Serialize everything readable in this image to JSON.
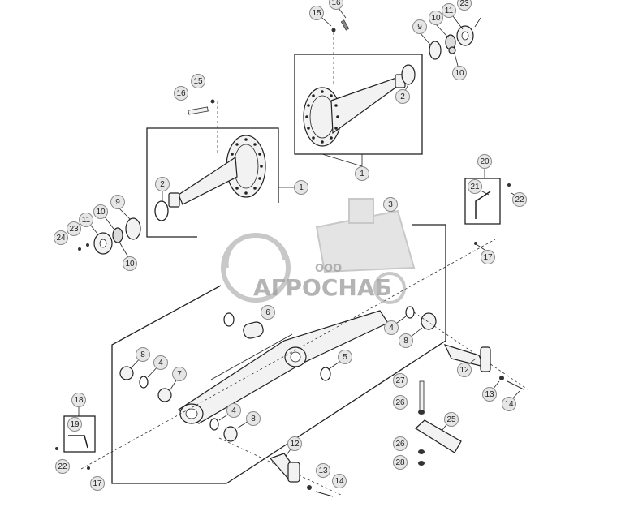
{
  "diagram": {
    "callouts": [
      {
        "id": "c15a",
        "label": "15"
      },
      {
        "id": "c16a",
        "label": "16"
      },
      {
        "id": "c23a",
        "label": "23"
      },
      {
        "id": "c11a",
        "label": "11"
      },
      {
        "id": "c10a",
        "label": "10"
      },
      {
        "id": "c9a",
        "label": "9"
      },
      {
        "id": "c10b",
        "label": "10"
      },
      {
        "id": "c2a",
        "label": "2"
      },
      {
        "id": "c1a",
        "label": "1"
      },
      {
        "id": "c15b",
        "label": "15"
      },
      {
        "id": "c16b",
        "label": "16"
      },
      {
        "id": "c2b",
        "label": "2"
      },
      {
        "id": "c1b",
        "label": "1"
      },
      {
        "id": "c9b",
        "label": "9"
      },
      {
        "id": "c10c",
        "label": "10"
      },
      {
        "id": "c11b",
        "label": "11"
      },
      {
        "id": "c23b",
        "label": "23"
      },
      {
        "id": "c24",
        "label": "24"
      },
      {
        "id": "c10d",
        "label": "10"
      },
      {
        "id": "c3",
        "label": "3"
      },
      {
        "id": "c20",
        "label": "20"
      },
      {
        "id": "c21a",
        "label": "21"
      },
      {
        "id": "c22a",
        "label": "22"
      },
      {
        "id": "c17a",
        "label": "17"
      },
      {
        "id": "c6",
        "label": "6"
      },
      {
        "id": "c4a",
        "label": "4"
      },
      {
        "id": "c8a",
        "label": "8"
      },
      {
        "id": "c8b",
        "label": "8"
      },
      {
        "id": "c4b",
        "label": "4"
      },
      {
        "id": "c7",
        "label": "7"
      },
      {
        "id": "c5",
        "label": "5"
      },
      {
        "id": "c12a",
        "label": "12"
      },
      {
        "id": "c13a",
        "label": "13"
      },
      {
        "id": "c14a",
        "label": "14"
      },
      {
        "id": "c27",
        "label": "27"
      },
      {
        "id": "c26a",
        "label": "26"
      },
      {
        "id": "c25",
        "label": "25"
      },
      {
        "id": "c26b",
        "label": "26"
      },
      {
        "id": "c28",
        "label": "28"
      },
      {
        "id": "c18",
        "label": "18"
      },
      {
        "id": "c19",
        "label": "19"
      },
      {
        "id": "c22b",
        "label": "22"
      },
      {
        "id": "c17b",
        "label": "17"
      },
      {
        "id": "c4c",
        "label": "4"
      },
      {
        "id": "c8c",
        "label": "8"
      },
      {
        "id": "c12b",
        "label": "12"
      },
      {
        "id": "c13b",
        "label": "13"
      },
      {
        "id": "c14b",
        "label": "14"
      }
    ]
  },
  "watermark": {
    "prefix": "ООО",
    "name": "АГРОСНАБ"
  }
}
